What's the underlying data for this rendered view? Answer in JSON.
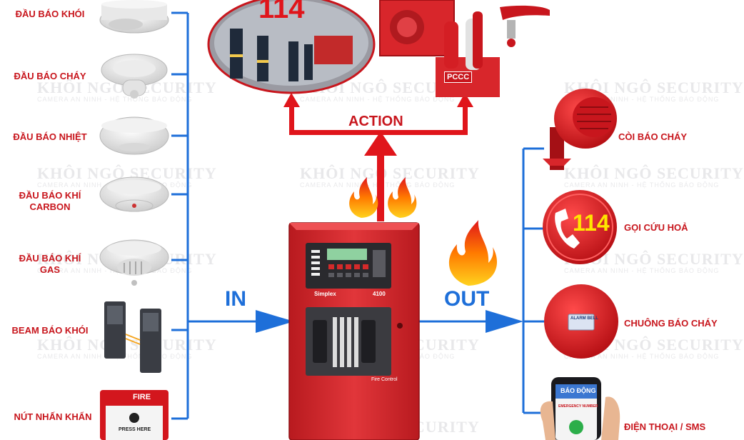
{
  "inputs": [
    {
      "label_lines": [
        "ĐẦU BÁO KHÓI"
      ],
      "icon": "smoke-detector-icon"
    },
    {
      "label_lines": [
        "ĐẦU BÁO CHÁY"
      ],
      "icon": "fire-detector-icon"
    },
    {
      "label_lines": [
        "ĐẦU BÁO NHIỆT"
      ],
      "icon": "heat-detector-icon"
    },
    {
      "label_lines": [
        "ĐẦU BÁO KHÍ",
        "CARBON"
      ],
      "icon": "carbon-gas-detector-icon"
    },
    {
      "label_lines": [
        "ĐẦU BÁO KHÍ",
        "GAS"
      ],
      "icon": "gas-detector-icon"
    },
    {
      "label_lines": [
        "BEAM BÁO KHÓI"
      ],
      "icon": "beam-smoke-detector-icon"
    },
    {
      "label_lines": [
        "NÚT NHẤN KHẨN"
      ],
      "icon": "manual-call-point-icon"
    }
  ],
  "outputs": [
    {
      "label": "CÒI BÁO CHÁY",
      "icon": "siren-icon"
    },
    {
      "label": "GỌI CỨU HOẢ",
      "icon": "phone-114-icon"
    },
    {
      "label": "CHUÔNG BÁO CHÁY",
      "icon": "alarm-bell-icon"
    },
    {
      "label": "ĐIỆN THOẠI / SMS",
      "icon": "mobile-phone-icon"
    }
  ],
  "flow": {
    "in_label": "IN",
    "out_label": "OUT",
    "action_label": "ACTION"
  },
  "panel": {
    "brand": "Simplex",
    "model": "4100",
    "caption": "Fire Control"
  },
  "action_targets": {
    "firefighters_number": "114",
    "fire_cabinet_tag": "PCCC"
  },
  "call_number": "114",
  "manual_call_point": {
    "title": "FIRE",
    "subtitle": "PRESS HERE"
  },
  "bell_plate": "ALARM BELL",
  "phone_screen": {
    "title": "BÁO ĐỘNG",
    "subtitle": "EMERGENCY NUMBER"
  },
  "watermark": {
    "title": "KHÔI NGÔ SECURITY",
    "subtitle": "CAMERA AN NINH - HỆ THỐNG BÁO ĐỘNG"
  },
  "colors": {
    "red": "#c8161d",
    "blue": "#1e6fd9",
    "arrow_red": "#e0151b",
    "panel_red": "#d8262b"
  }
}
